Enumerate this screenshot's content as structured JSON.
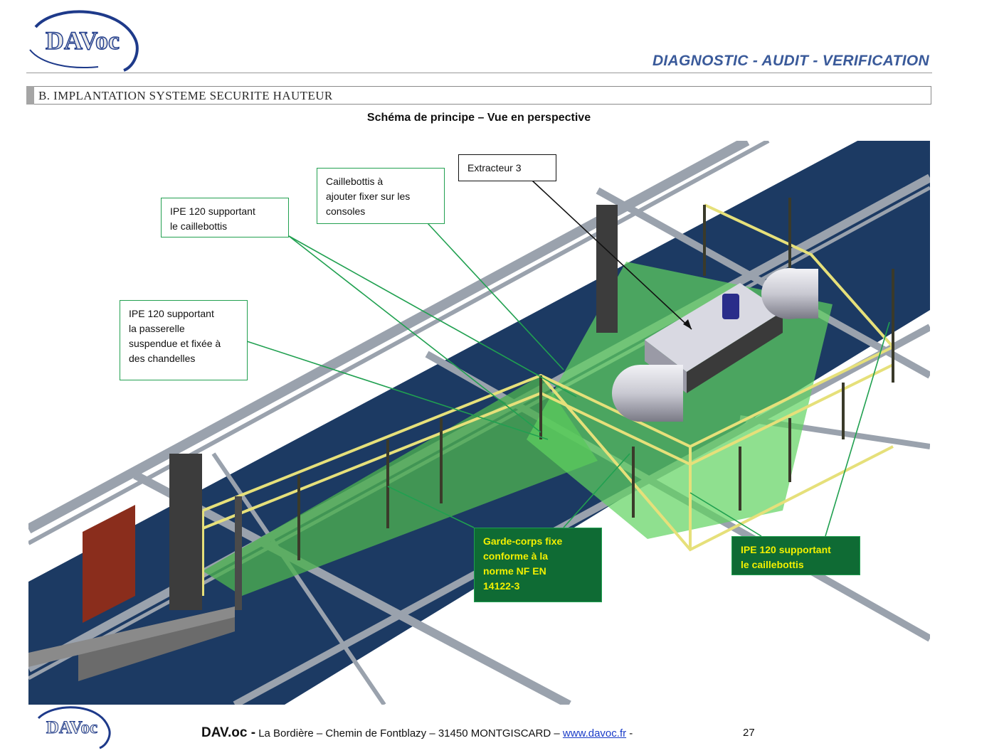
{
  "header": {
    "logo_text": "DAVoc",
    "title": "DIAGNOSTIC - AUDIT - VERIFICATION"
  },
  "section": {
    "label": "B.  IMPLANTATION SYSTEME SECURITE HAUTEUR"
  },
  "schema": {
    "title": "Schéma de principe – Vue en perspective",
    "callouts": {
      "extracteur": "Extracteur 3",
      "caillebottis_ajouter": [
        "Caillebottis à",
        "ajouter fixer sur les",
        "consoles"
      ],
      "ipe_caillebottis_top": [
        "IPE 120 supportant",
        "le caillebottis"
      ],
      "ipe_passerelle": [
        "IPE 120 supportant",
        "la passerelle",
        "suspendue et fixée à",
        "des chandelles"
      ],
      "garde_corps": [
        "Garde-corps fixe",
        "conforme à la",
        "norme NF EN",
        "14122-3"
      ],
      "ipe_caillebottis_bottom": [
        "IPE 120 supportant",
        "le caillebottis"
      ]
    }
  },
  "footer": {
    "logo_text": "DAVoc",
    "brand": "DAV.oc -",
    "address": "La Bordière – Chemin de Fontblazy – 31450 MONTGISCARD –",
    "link": "www.davoc.fr",
    "separator": "-",
    "page": "27"
  },
  "colors": {
    "header_title": "#3a5a9a",
    "roof_blue": "#1c3a63",
    "platform_green": "#5fd35f",
    "callout_border": "#22a050",
    "callout_dark_bg": "#0f6b34",
    "callout_dark_text": "#f3f000"
  }
}
